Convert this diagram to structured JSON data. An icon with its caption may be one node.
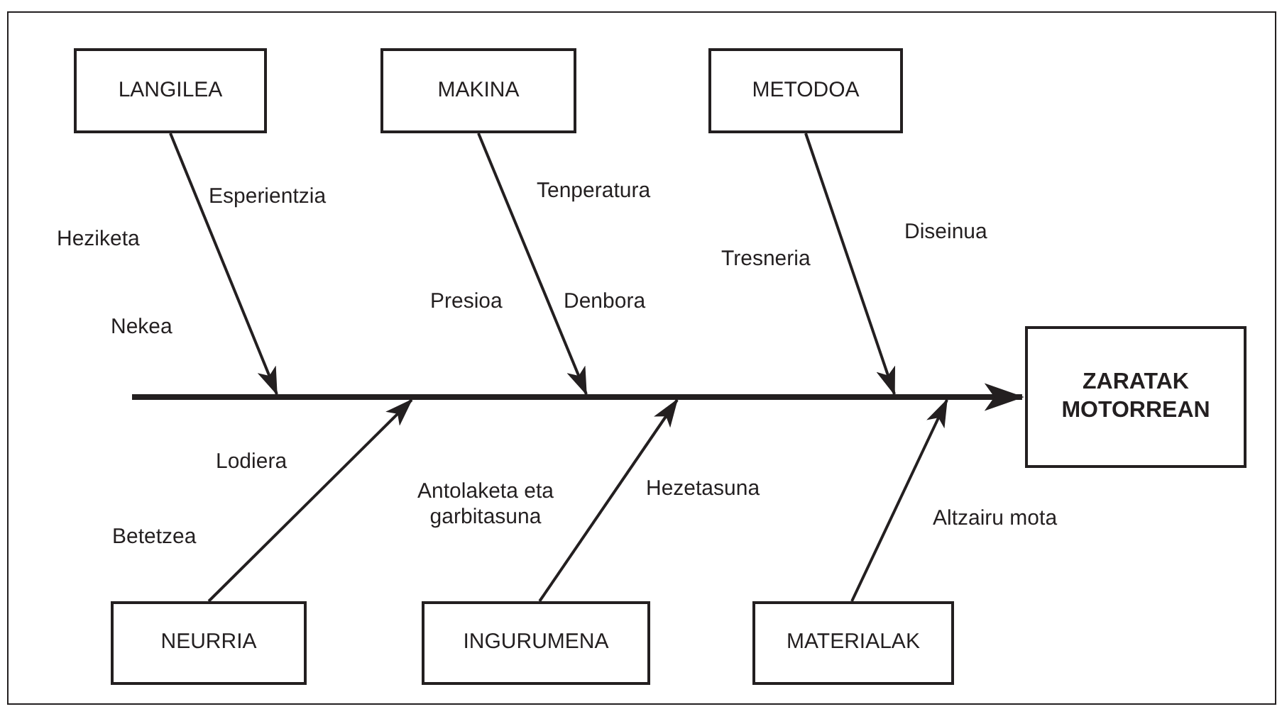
{
  "diagram": {
    "nodes": [
      {
        "text": [
          "LANGILEA"
        ]
      },
      {
        "text": [
          "MAKINA"
        ]
      },
      {
        "text": [
          "METODOA"
        ]
      },
      {
        "text": [
          "ZARATAK MOTORREAN"
        ]
      },
      {
        "text": [
          "NEURRIA"
        ]
      },
      {
        "text": [
          "INGURUMENA"
        ]
      },
      {
        "text": [
          "MATERIALAK"
        ]
      }
    ],
    "edges": [
      {
        "from": null,
        "to": 3,
        "arrow": "to",
        "style": "thick"
      },
      {
        "from": 0,
        "to": null,
        "arrow": "to"
      },
      {
        "from": 1,
        "to": null,
        "arrow": "to"
      },
      {
        "from": 2,
        "to": null,
        "arrow": "to"
      },
      {
        "from": 4,
        "to": null,
        "arrow": "to"
      },
      {
        "from": 5,
        "to": null,
        "arrow": "to"
      },
      {
        "from": 6,
        "to": null,
        "arrow": "to"
      }
    ],
    "labels": [
      "Esperientzia",
      "Tenperatura",
      "Diseinua",
      "Heziketa",
      "Tresneria",
      "Presioa",
      "Denbora",
      "Nekea",
      "Lodiera",
      "Hezetasuna",
      "Antolaketa eta garbitasuna",
      "Altzairu mota",
      "Betetzea"
    ]
  }
}
